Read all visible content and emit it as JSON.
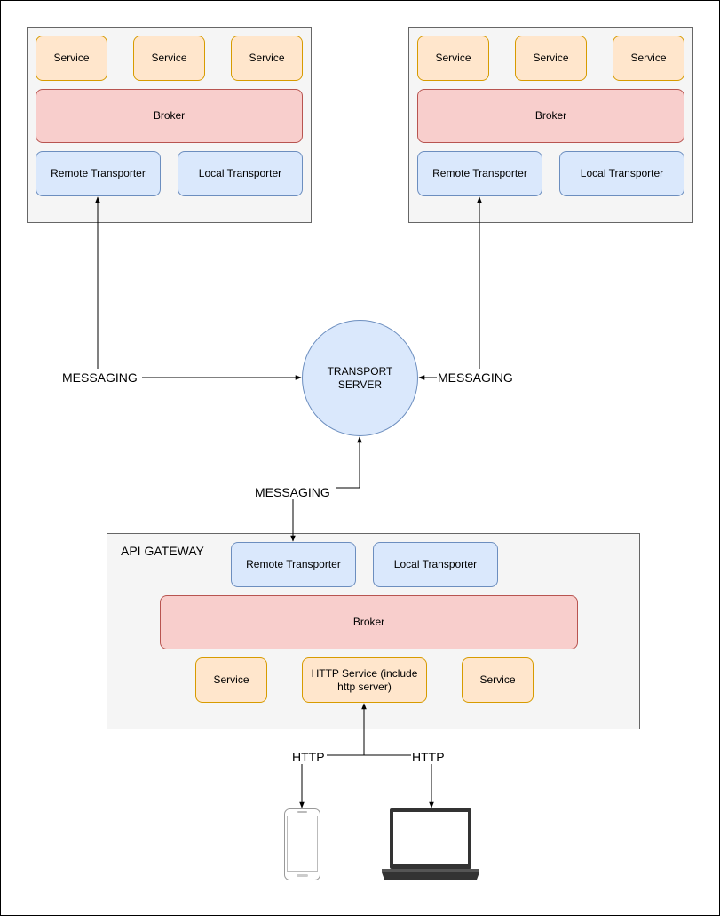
{
  "cluster_left": {
    "services": [
      "Service",
      "Service",
      "Service"
    ],
    "broker": "Broker",
    "remote_transporter": "Remote Transporter",
    "local_transporter": "Local Transporter"
  },
  "cluster_right": {
    "services": [
      "Service",
      "Service",
      "Service"
    ],
    "broker": "Broker",
    "remote_transporter": "Remote Transporter",
    "local_transporter": "Local Transporter"
  },
  "transport_server": {
    "line1": "TRANSPORT",
    "line2": "SERVER"
  },
  "edge_labels": {
    "messaging_left": "MESSAGING",
    "messaging_right": "MESSAGING",
    "messaging_bottom": "MESSAGING",
    "http_left": "HTTP",
    "http_right": "HTTP"
  },
  "api_gateway": {
    "title": "API GATEWAY",
    "remote_transporter": "Remote Transporter",
    "local_transporter": "Local Transporter",
    "broker": "Broker",
    "service_left": "Service",
    "http_service": "HTTP Service (include http server)",
    "service_right": "Service"
  },
  "devices": [
    {
      "icon": "smartphone-icon"
    },
    {
      "icon": "laptop-icon"
    }
  ],
  "colors": {
    "service_fill": "#ffe6cc",
    "service_stroke": "#d79b00",
    "broker_fill": "#f8cecc",
    "broker_stroke": "#b85450",
    "transporter_fill": "#dae8fc",
    "transporter_stroke": "#6c8ebf",
    "group_fill": "#f5f5f5",
    "group_stroke": "#666666"
  }
}
